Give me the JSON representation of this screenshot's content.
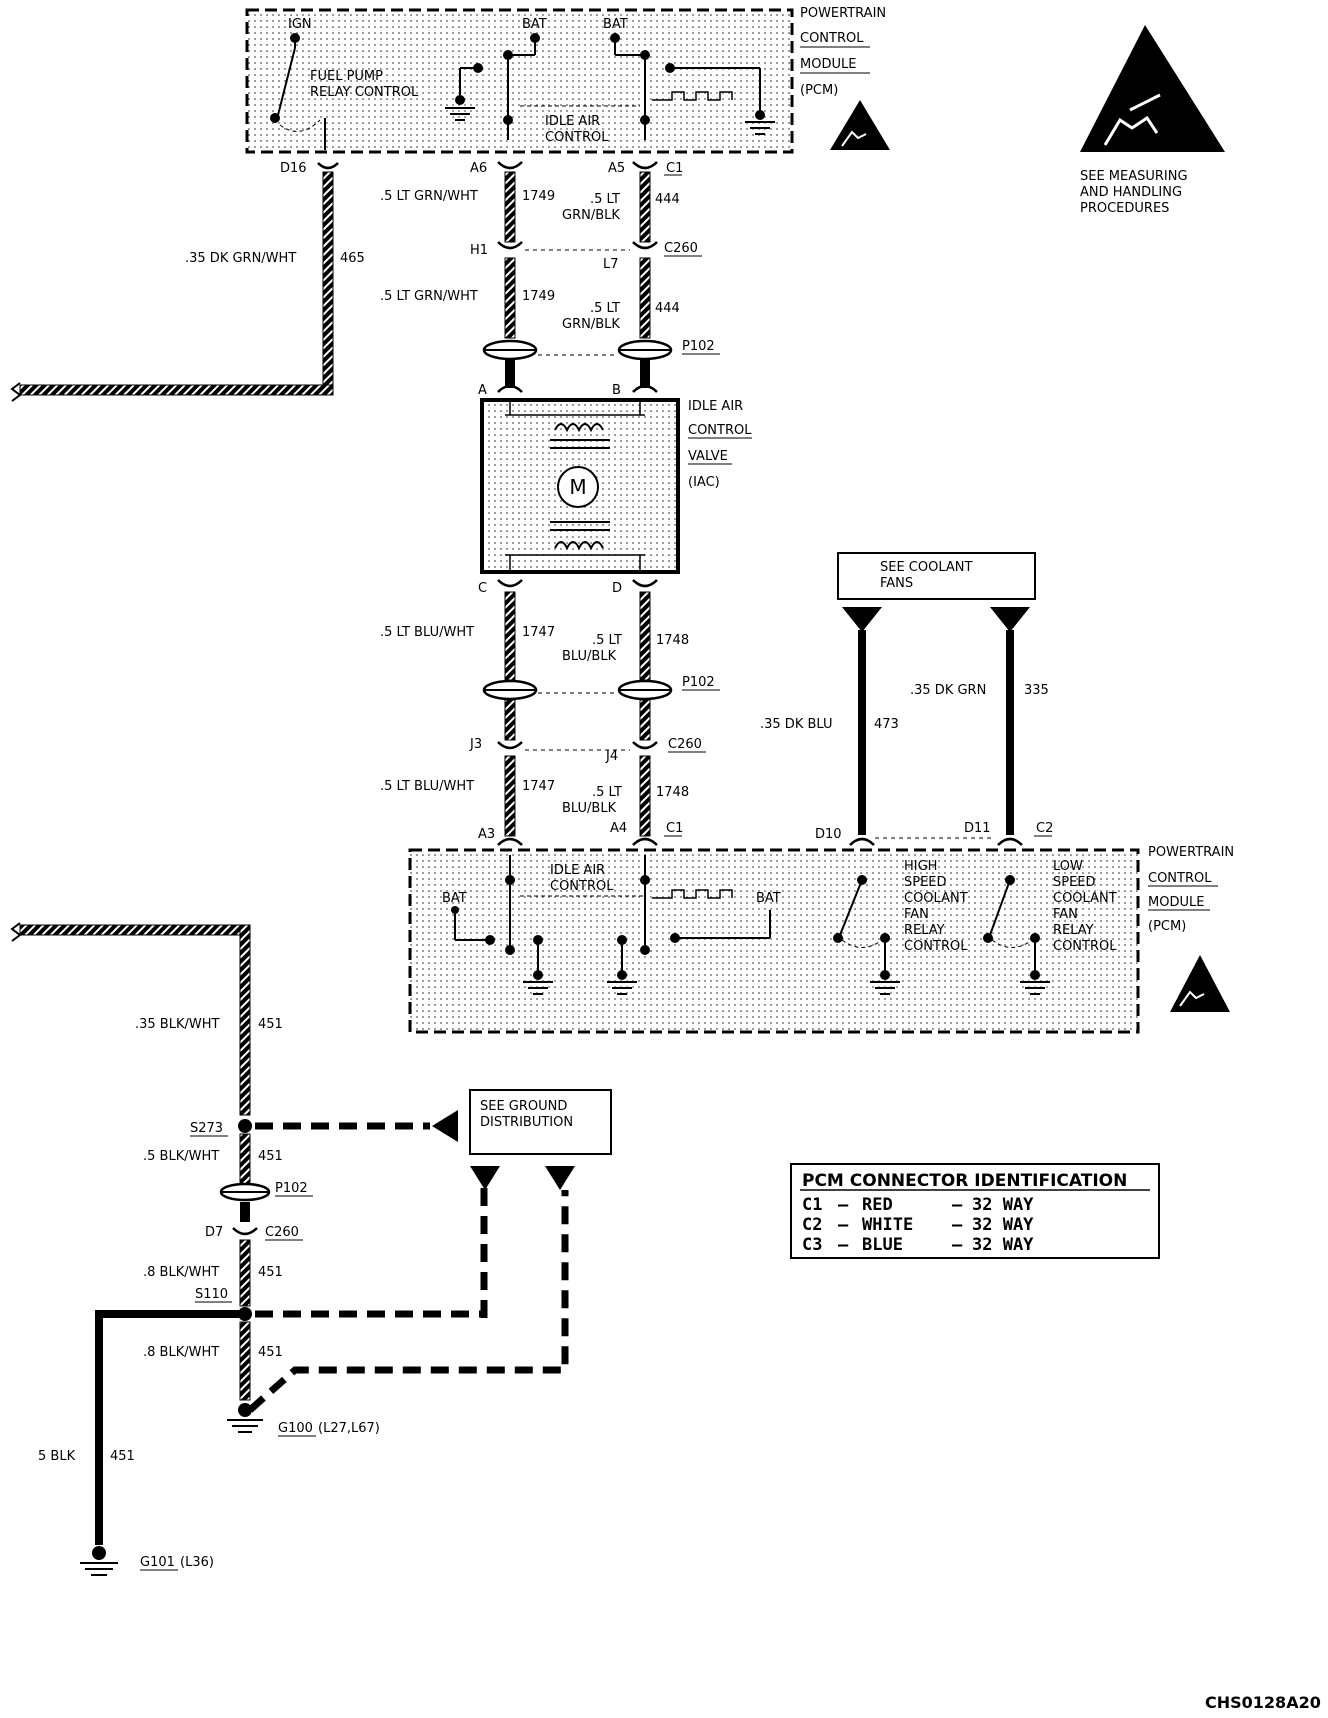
{
  "pcm_top": {
    "title_lines": [
      "POWERTRAIN",
      "CONTROL",
      "MODULE",
      "(PCM)"
    ],
    "ign": "IGN",
    "bat1": "BAT",
    "bat2": "BAT",
    "fuel_pump_lines": [
      "FUEL PUMP",
      "RELAY CONTROL"
    ],
    "iac_ctrl_lines": [
      "IDLE AIR",
      "CONTROL"
    ]
  },
  "esd_note": [
    "SEE MEASURING",
    "AND HANDLING",
    "PROCEDURES"
  ],
  "pins": {
    "d16": "D16",
    "a6": "A6",
    "a5": "A5",
    "c1_top": "C1",
    "h1": "H1",
    "l7": "L7",
    "c260_top": "C260",
    "p102_top": "P102",
    "a": "A",
    "b": "B",
    "c": "C",
    "d": "D",
    "p102_mid": "P102",
    "j3": "J3",
    "j4": "J4",
    "c260_mid": "C260",
    "a3": "A3",
    "a4": "A4",
    "c1_bot": "C1",
    "d10": "D10",
    "d11": "D11",
    "c2": "C2"
  },
  "wires": {
    "w465": {
      "gauge_color": ".35 DK GRN/WHT",
      "circuit": "465"
    },
    "w1749a": {
      "gauge_color": ".5 LT GRN/WHT",
      "circuit": "1749"
    },
    "w444a": {
      "gauge_color": [
        ".5 LT",
        "GRN/BLK"
      ],
      "circuit": "444"
    },
    "w1749b": {
      "gauge_color": ".5 LT GRN/WHT",
      "circuit": "1749"
    },
    "w444b": {
      "gauge_color": [
        ".5 LT",
        "GRN/BLK"
      ],
      "circuit": "444"
    },
    "w1747a": {
      "gauge_color": ".5 LT BLU/WHT",
      "circuit": "1747"
    },
    "w1748a": {
      "gauge_color": [
        ".5 LT",
        "BLU/BLK"
      ],
      "circuit": "1748"
    },
    "w1747b": {
      "gauge_color": ".5 LT BLU/WHT",
      "circuit": "1747"
    },
    "w1748b": {
      "gauge_color": [
        ".5 LT",
        "BLU/BLK"
      ],
      "circuit": "1748"
    },
    "w473": {
      "gauge_color": ".35 DK BLU",
      "circuit": "473"
    },
    "w335": {
      "gauge_color": ".35 DK GRN",
      "circuit": "335"
    },
    "w451a": {
      "gauge_color": ".35 BLK/WHT",
      "circuit": "451"
    },
    "w451b": {
      "gauge_color": ".5 BLK/WHT",
      "circuit": "451"
    },
    "w451c": {
      "gauge_color": ".8 BLK/WHT",
      "circuit": "451"
    },
    "w451d": {
      "gauge_color": ".8 BLK/WHT",
      "circuit": "451"
    },
    "w451e": {
      "gauge_color": "5 BLK",
      "circuit": "451"
    }
  },
  "iac_valve": {
    "title_lines": [
      "IDLE AIR",
      "CONTROL",
      "VALVE",
      "(IAC)"
    ],
    "motor": "M"
  },
  "coolant_note": [
    "SEE COOLANT",
    "FANS"
  ],
  "pcm_bottom": {
    "title_lines": [
      "POWERTRAIN",
      "CONTROL",
      "MODULE",
      "(PCM)"
    ],
    "bat1": "BAT",
    "bat2": "BAT",
    "iac_ctrl_lines": [
      "IDLE AIR",
      "CONTROL"
    ],
    "high_speed_lines": [
      "HIGH",
      "SPEED",
      "COOLANT",
      "FAN",
      "RELAY",
      "CONTROL"
    ],
    "low_speed_lines": [
      "LOW",
      "SPEED",
      "COOLANT",
      "FAN",
      "RELAY",
      "CONTROL"
    ]
  },
  "ground": {
    "s273": "S273",
    "p102": "P102",
    "d7": "D7",
    "c260": "C260",
    "s110": "S110",
    "g100": "G100",
    "g100_opt": "(L27,L67)",
    "g101": "G101",
    "g101_opt": "(L36)",
    "note_lines": [
      "SEE GROUND",
      "DISTRIBUTION"
    ]
  },
  "connector_table": {
    "title": "PCM CONNECTOR IDENTIFICATION",
    "rows": [
      {
        "id": "C1",
        "color": "RED",
        "size": "32 WAY"
      },
      {
        "id": "C2",
        "color": "WHITE",
        "size": "32 WAY"
      },
      {
        "id": "C3",
        "color": "BLUE",
        "size": "32 WAY"
      }
    ]
  },
  "figure_id": "CHS0128A20"
}
